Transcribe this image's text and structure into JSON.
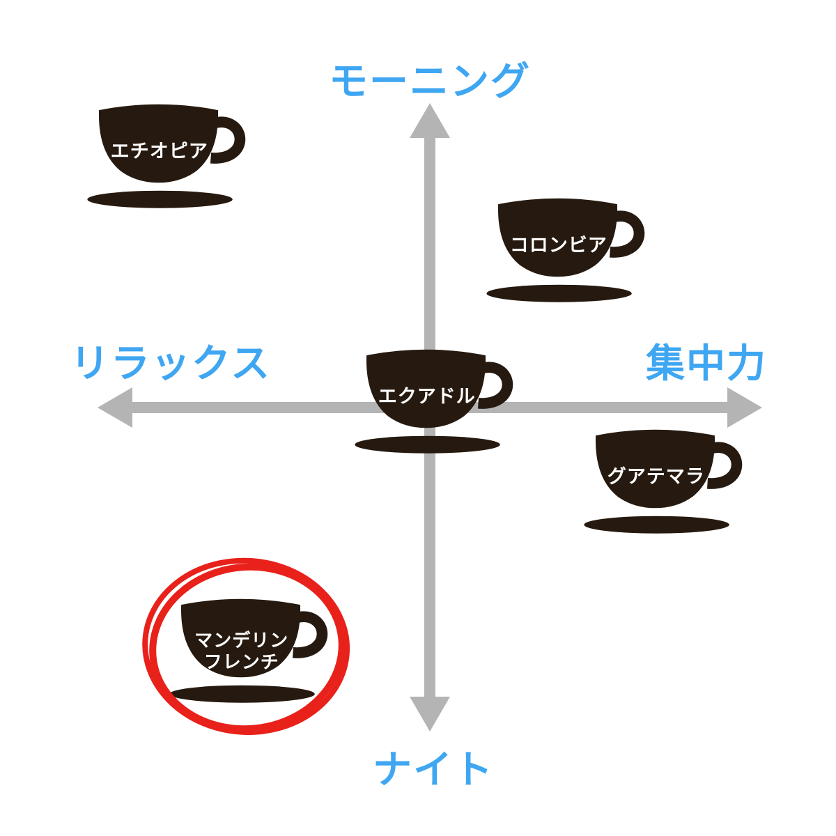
{
  "diagram": {
    "type": "quadrant-positioning-map",
    "subject": "coffee-beans",
    "axes": {
      "top": "モーニング",
      "bottom": "ナイト",
      "left": "リラックス",
      "right": "集中力"
    },
    "items": [
      {
        "label": "エチオピア",
        "quadrant": "upper-left",
        "highlighted": false
      },
      {
        "label": "コロンビア",
        "quadrant": "upper-right",
        "highlighted": false
      },
      {
        "label": "エクアドル",
        "quadrant": "center",
        "highlighted": false
      },
      {
        "label": "グアテマラ",
        "quadrant": "lower-right",
        "highlighted": false
      },
      {
        "label": "マンデリン",
        "label2": "フレンチ",
        "quadrant": "lower-left",
        "highlighted": true
      }
    ],
    "colors": {
      "background": "#ffffff",
      "axis": "#b4b4b4",
      "axis_label": "#3fa6f2",
      "cup": "#261a10",
      "cup_label": "#ffffff",
      "highlight": "#e8211b"
    }
  }
}
